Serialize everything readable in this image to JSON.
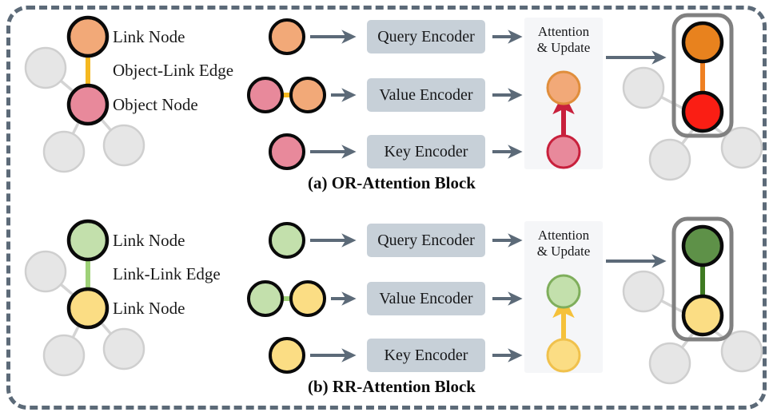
{
  "figure": {
    "frame_color": "#5c6a78",
    "background": "#ffffff"
  },
  "palette": {
    "orange_light": "#f2a978",
    "orange_dark": "#e8821e",
    "pink": "#e8899b",
    "red_bright": "#fa1e14",
    "crimson": "#c8203c",
    "green_light": "#c3e0ac",
    "green_dark": "#5e9148",
    "yellow": "#fbdd84",
    "yellow_edge": "#f5c02a",
    "gray_node": "#e6e6e6",
    "gray_node_stroke": "#cccccc",
    "gray_edge": "#d4d4d4",
    "encoder_box": "#c7d0d8",
    "attention_box": "#f5f6f8",
    "arrow": "#5c6a78",
    "highlight_box": "#808080",
    "node_stroke": "#0a0a0a"
  },
  "blocks": [
    {
      "id": "or-attention",
      "caption": "(a) OR-Attention Block",
      "legend": {
        "top_node_label": "Link Node",
        "edge_label": "Object-Link Edge",
        "bottom_node_label": "Object Node",
        "top_node_color": "#f2a978",
        "bottom_node_color": "#e8899b",
        "edge_color": "#f5b820"
      },
      "encoders": [
        {
          "label": "Query Encoder",
          "input": [
            "#f2a978"
          ]
        },
        {
          "label": "Value Encoder",
          "input": [
            "#e8899b",
            "#f2a978"
          ],
          "edge_color": "#f5b820"
        },
        {
          "label": "Key Encoder",
          "input": [
            "#e8899b"
          ]
        }
      ],
      "attention": {
        "label": "Attention\n& Update",
        "target_node_color": "#f2a978",
        "source_node_color": "#e8899b",
        "arrow_color": "#c8203c"
      },
      "output": {
        "top_node_color": "#e8821e",
        "bottom_node_color": "#fa1e14",
        "edge_color": "#ef8022"
      }
    },
    {
      "id": "rr-attention",
      "caption": "(b) RR-Attention Block",
      "legend": {
        "top_node_label": "Link Node",
        "edge_label": "Link-Link Edge",
        "bottom_node_label": "Link Node",
        "top_node_color": "#c3e0ac",
        "bottom_node_color": "#fbdd84",
        "edge_color": "#9ed178"
      },
      "encoders": [
        {
          "label": "Query Encoder",
          "input": [
            "#c3e0ac"
          ]
        },
        {
          "label": "Value Encoder",
          "input": [
            "#c3e0ac",
            "#fbdd84"
          ],
          "edge_color": "#9ed178"
        },
        {
          "label": "Key Encoder",
          "input": [
            "#fbdd84"
          ]
        }
      ],
      "attention": {
        "label": "Attention\n& Update",
        "target_node_color": "#c3e0ac",
        "source_node_color": "#fbdd84",
        "arrow_color": "#f5c13a"
      },
      "output": {
        "top_node_color": "#5e9148",
        "bottom_node_color": "#fbdd84",
        "edge_color": "#3f7a22"
      }
    }
  ]
}
